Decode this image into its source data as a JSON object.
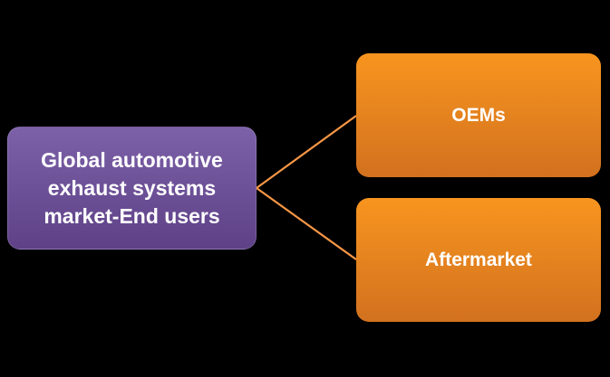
{
  "diagram": {
    "title": "Global automotive exhaust systems market-End users",
    "root": {
      "label": "Global automotive exhaust systems market-End users"
    },
    "children": [
      {
        "label": "OEMs"
      },
      {
        "label": "Aftermarket"
      }
    ]
  },
  "colors": {
    "background": "#000000",
    "root_gradient_top": "#7C61A8",
    "root_gradient_bottom": "#5E4187",
    "child_gradient_top": "#F8951F",
    "child_gradient_bottom": "#D2711F",
    "connector": "#F79646",
    "text": "#FFFFFF"
  }
}
